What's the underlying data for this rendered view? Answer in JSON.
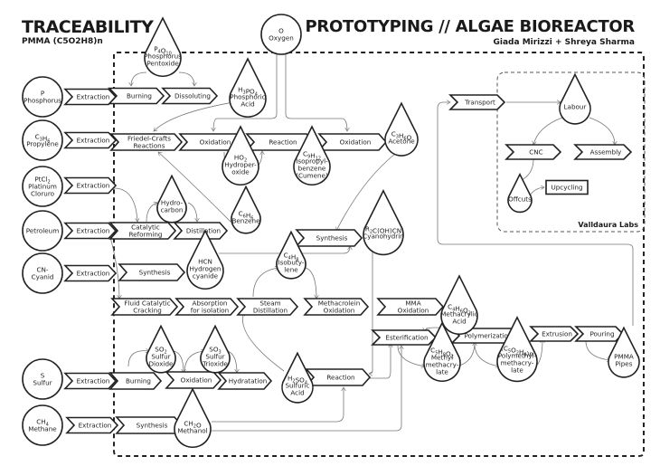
{
  "header": {
    "title_left": "TRACEABILITY",
    "subtitle_left": "PMMA (C5O2H8)n",
    "title_right": "PROTOTYPING // ALGAE BIOREACTOR",
    "subtitle_right": "Giada Mirizzi + Shreya Sharma"
  },
  "region_label": "Valldaura Labs",
  "sources": [
    {
      "id": "phosphorus",
      "lines": [
        "P",
        "Phosphorus"
      ]
    },
    {
      "id": "propylene",
      "lines": [
        "C3H6",
        "Propylene"
      ]
    },
    {
      "id": "platinum",
      "lines": [
        "PtCl2",
        "Platinum",
        "Cloruro"
      ]
    },
    {
      "id": "petroleum",
      "lines": [
        "Petroleum"
      ]
    },
    {
      "id": "cyanid",
      "lines": [
        "CN-",
        "Cyanid"
      ]
    },
    {
      "id": "sulfur",
      "lines": [
        "S",
        "Sulfur"
      ]
    },
    {
      "id": "methane",
      "lines": [
        "CH4",
        "Methane"
      ]
    },
    {
      "id": "oxygen",
      "lines": [
        "O",
        "Oxygen"
      ]
    }
  ],
  "processes": [
    {
      "id": "ext-p",
      "lines": [
        "Extraction"
      ]
    },
    {
      "id": "ext-c3",
      "lines": [
        "Extraction"
      ]
    },
    {
      "id": "ext-pt",
      "lines": [
        "Extraction"
      ]
    },
    {
      "id": "ext-pet",
      "lines": [
        "Extraction"
      ]
    },
    {
      "id": "ext-cn",
      "lines": [
        "Extraction"
      ]
    },
    {
      "id": "ext-s",
      "lines": [
        "Extraction"
      ]
    },
    {
      "id": "ext-ch4",
      "lines": [
        "Extraction"
      ]
    },
    {
      "id": "burning-p",
      "lines": [
        "Burning"
      ]
    },
    {
      "id": "dissoluting",
      "lines": [
        "Dissoluting"
      ]
    },
    {
      "id": "friedel",
      "lines": [
        "Friedel-Crafts",
        "Reactions"
      ]
    },
    {
      "id": "oxidation-1",
      "lines": [
        "Oxidation"
      ]
    },
    {
      "id": "reaction-1",
      "lines": [
        "Reaction"
      ]
    },
    {
      "id": "oxidation-2",
      "lines": [
        "Oxidation"
      ]
    },
    {
      "id": "cat-reform",
      "lines": [
        "Catalytic",
        "Reforming"
      ]
    },
    {
      "id": "distillation",
      "lines": [
        "Distillation"
      ]
    },
    {
      "id": "synthesis-cn",
      "lines": [
        "Synthesis"
      ]
    },
    {
      "id": "synthesis-main",
      "lines": [
        "Synthesis"
      ]
    },
    {
      "id": "fcc",
      "lines": [
        "Fluid Catalytic",
        "Cracking"
      ]
    },
    {
      "id": "absorption",
      "lines": [
        "Absorption",
        "for isolation"
      ]
    },
    {
      "id": "steam",
      "lines": [
        "Steam",
        "Distillation"
      ]
    },
    {
      "id": "methacrolein",
      "lines": [
        "Methacrolein",
        "Oxidation"
      ]
    },
    {
      "id": "mma-ox",
      "lines": [
        "MMA",
        "Oxidation"
      ]
    },
    {
      "id": "esterification",
      "lines": [
        "Esterification"
      ]
    },
    {
      "id": "polymerization",
      "lines": [
        "Polymerization"
      ]
    },
    {
      "id": "extrusion",
      "lines": [
        "Extrusion"
      ]
    },
    {
      "id": "pouring",
      "lines": [
        "Pouring"
      ]
    },
    {
      "id": "burning-s",
      "lines": [
        "Burning"
      ]
    },
    {
      "id": "oxidation-s",
      "lines": [
        "Oxidation"
      ]
    },
    {
      "id": "hydratation",
      "lines": [
        "Hydratation"
      ]
    },
    {
      "id": "reaction-2",
      "lines": [
        "Reaction"
      ]
    },
    {
      "id": "synthesis-ch4",
      "lines": [
        "Synthesis"
      ]
    },
    {
      "id": "transport",
      "lines": [
        "Transport"
      ]
    },
    {
      "id": "cnc",
      "lines": [
        "CNC"
      ]
    },
    {
      "id": "assembly",
      "lines": [
        "Assembly"
      ]
    }
  ],
  "products": [
    {
      "id": "p4o10",
      "lines": [
        "P4O10",
        "Phosphorus",
        "Pentoxide"
      ]
    },
    {
      "id": "h3po4",
      "lines": [
        "H3PO4",
        "Phosphoric",
        "Acid"
      ]
    },
    {
      "id": "ho2",
      "lines": [
        "HO2",
        "Hydroper-",
        "oxide"
      ]
    },
    {
      "id": "cumene",
      "lines": [
        "C9H12",
        "Isopropyl-",
        "benzene",
        "(Cumene)"
      ]
    },
    {
      "id": "acetone",
      "lines": [
        "C3H6O",
        "Acetone"
      ]
    },
    {
      "id": "hydrocarbon",
      "lines": [
        "Hydro-",
        "carbon"
      ]
    },
    {
      "id": "benzene",
      "lines": [
        "C6H6",
        "Benzene"
      ]
    },
    {
      "id": "hcn",
      "lines": [
        "HCN",
        "Hydrogen",
        "cyanide"
      ]
    },
    {
      "id": "cyanohydrin",
      "lines": [
        "R2C(OH)CN",
        "Cyanohydrin"
      ]
    },
    {
      "id": "isobutylene",
      "lines": [
        "C4H8",
        "Isobuty-",
        "lene"
      ]
    },
    {
      "id": "methacrylic",
      "lines": [
        "C4H6O2",
        "Methacrylic",
        "Acid"
      ]
    },
    {
      "id": "mma",
      "lines": [
        "C5H8O2",
        "Methyl",
        "methacry-",
        "late"
      ]
    },
    {
      "id": "pmma-poly",
      "lines": [
        "(C5O2H8)n",
        "Polymethyl-",
        "methacry-",
        "late"
      ]
    },
    {
      "id": "pmma-pipes",
      "lines": [
        "PMMA",
        "Pipes"
      ]
    },
    {
      "id": "so2",
      "lines": [
        "SO2",
        "Sulfur",
        "Dioxide"
      ]
    },
    {
      "id": "so3",
      "lines": [
        "SO3",
        "Sulfur",
        "Trioxide"
      ]
    },
    {
      "id": "h2so4",
      "lines": [
        "H2SO4",
        "Sulfuric",
        "Acid"
      ]
    },
    {
      "id": "methanol",
      "lines": [
        "CH2O",
        "Methanol"
      ]
    },
    {
      "id": "labour",
      "lines": [
        "Labour"
      ]
    },
    {
      "id": "offcuts",
      "lines": [
        "Offcuts"
      ]
    }
  ],
  "outputs": [
    {
      "id": "upcycling",
      "lines": [
        "Upcycling"
      ]
    }
  ]
}
